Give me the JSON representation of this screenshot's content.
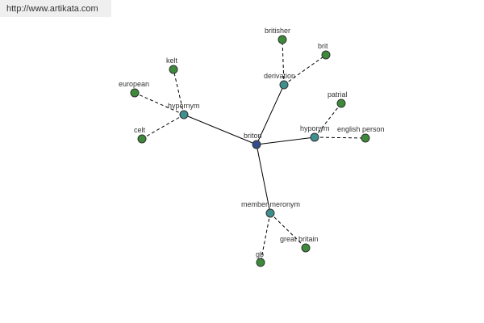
{
  "header": {
    "url": "http://www.artikata.com"
  },
  "colors": {
    "center": "#334c8c",
    "relation": "#3f8f8f",
    "leaf": "#3d8a3a"
  },
  "graph": {
    "center": {
      "label": "briton"
    },
    "relations": [
      {
        "label": "hypernym",
        "leaves": [
          "kelt",
          "european",
          "celt"
        ]
      },
      {
        "label": "derivation",
        "leaves": [
          "britisher",
          "brit"
        ]
      },
      {
        "label": "hyponym",
        "leaves": [
          "patrial",
          "english person"
        ]
      },
      {
        "label": "member meronym",
        "leaves": [
          "great britain",
          "gb"
        ]
      }
    ]
  }
}
